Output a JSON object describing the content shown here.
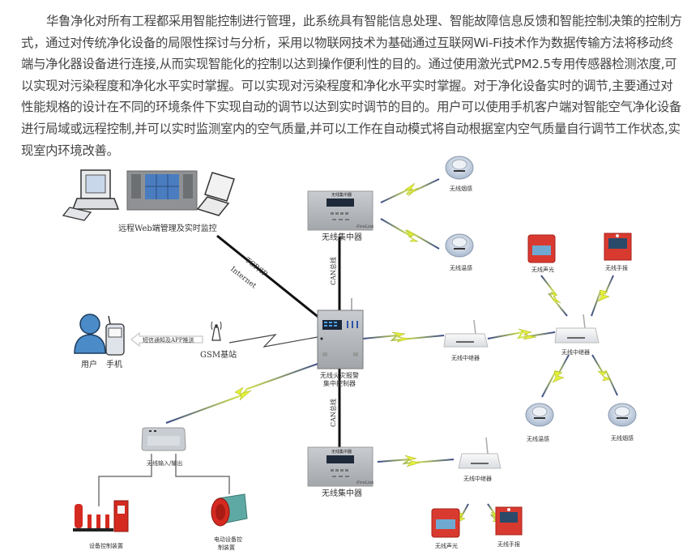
{
  "intro_paragraph": "华鲁净化对所有工程都采用智能控制进行管理，此系统具有智能信息处理、智能故障信息反馈和智能控制决策的控制方式，通过对传统净化设备的局限性探讨与分析，采用以物联网技术为基础通过互联网Wi-Fi技术作为数据传输方法将移动终端与净化器设备进行连接,从而实现智能化的控制以达到操作便利性的目的。通过使用激光式PM2.5专用传感器检测浓度,可以实现对污染程度和净化水平实时掌握。可以实现对污染程度和净化水平实时掌握。对于净化设备实时的调节,主要通过对性能规格的设计在不同的环境条件下实现自动的调节以达到实时调节的目的。用户可以使用手机客户端对智能空气净化设备进行局域或远程控制,并可以实时监测室内的空气质量,并可以工作在自动模式将自动根据室内空气质量自行调节工作状态,实现室内环境改善。",
  "diagram": {
    "remote_monitoring_label": "远程Web端管理及实时监控",
    "tcpip_label": "TCP/IP",
    "internet_label": "Internet",
    "user_label": "用户",
    "phone_label": "手机",
    "sms_push_label": "短信通知及APP推送",
    "gsm_label": "GSM基站",
    "can_bus_label_top": "CAN总线",
    "can_bus_label_bottom": "CAN总线",
    "controller_label_line1": "无线火灾报警",
    "controller_label_line2": "集中控制器",
    "concentrator_top_label": "无线集中器",
    "concentrator_top_panel_text": "无线集中器",
    "concentrator_bottom_label": "无线集中器",
    "concentrator_bottom_panel_text": "无线集中器",
    "brand_text": "FireLink",
    "smoke_sensor_top_label": "无线烟感",
    "temp_sensor_top_label": "无线温感",
    "repeater_middle_label": "无线中继器",
    "repeater_right_label": "无线中继器",
    "repeater_bottom_label": "无线中继器",
    "strobe_right_label": "无线声光",
    "manual_alarm_right_label": "无线手报",
    "temp_sensor_right_label": "无线温感",
    "smoke_sensor_right_label": "无线烟感",
    "strobe_bottom_label": "无线声光",
    "manual_alarm_bottom_label": "无线手报",
    "io_module_label": "无线输入/输出",
    "equipment_control_label": "设备控制装置",
    "motor_control_label_line1": "电动设备控",
    "motor_control_label_line2": "制装置"
  }
}
